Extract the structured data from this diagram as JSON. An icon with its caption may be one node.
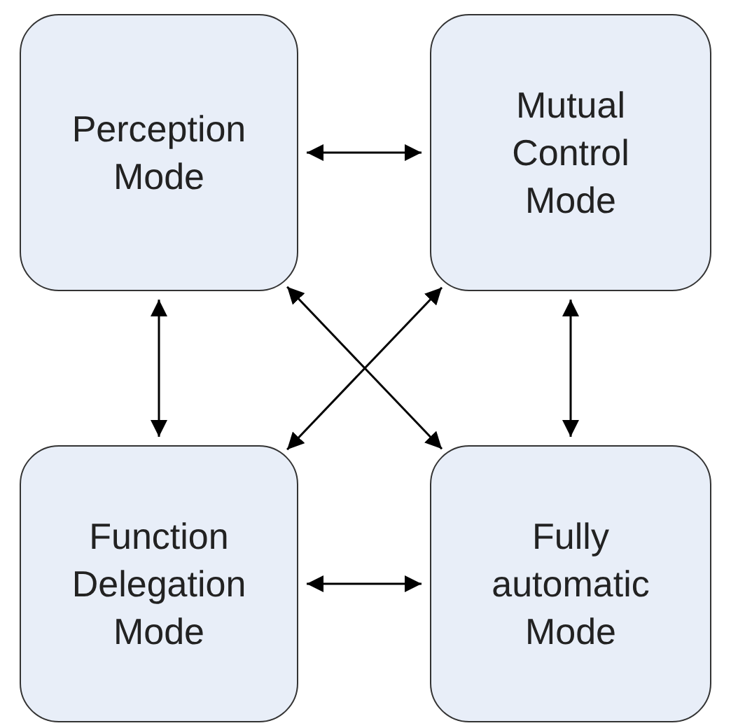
{
  "diagram": {
    "nodes": [
      {
        "text": [
          "Perception Mode"
        ]
      },
      {
        "text": [
          "Mutual Control Mode"
        ]
      },
      {
        "text": [
          "Function Delegation Mode"
        ]
      },
      {
        "text": [
          "Fully automatic Mode"
        ]
      }
    ],
    "edges": [
      {
        "from": 0,
        "to": 1,
        "arrow": "both"
      },
      {
        "from": 0,
        "to": 2,
        "arrow": "both"
      },
      {
        "from": 1,
        "to": 3,
        "arrow": "both"
      },
      {
        "from": 0,
        "to": 3,
        "arrow": "both"
      },
      {
        "from": 1,
        "to": 2,
        "arrow": "both"
      },
      {
        "from": 2,
        "to": 3,
        "arrow": "both"
      }
    ]
  }
}
